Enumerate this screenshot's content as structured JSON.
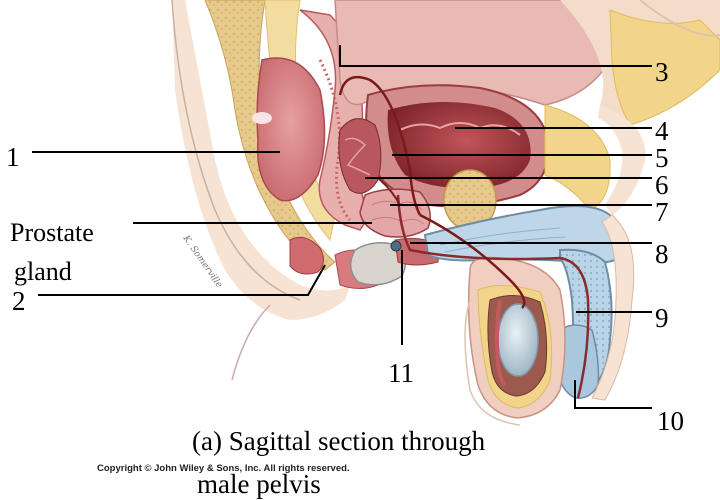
{
  "labels": {
    "n1": "1",
    "n2": "2",
    "n3": "3",
    "n4": "4",
    "n5": "5",
    "n6": "6",
    "n7": "7",
    "n8": "8",
    "n9": "9",
    "n10": "10",
    "n11": "11",
    "prostate_line1": "Prostate",
    "prostate_line2": "gland"
  },
  "caption": {
    "line1": "(a)  Sagittal section through",
    "line2": "male pelvis"
  },
  "copyright": "Copyright © John Wiley & Sons, Inc. All rights reserved.",
  "artist_signature": "K. Somerville",
  "colors": {
    "skin": "#f3dcc8",
    "fat": "#f2d48a",
    "muscle": "#c9585d",
    "bladder": "#b8474c",
    "erectile": "#b8d3e4",
    "testis": "#c6d7e3",
    "duct": "#7a1a1a"
  }
}
